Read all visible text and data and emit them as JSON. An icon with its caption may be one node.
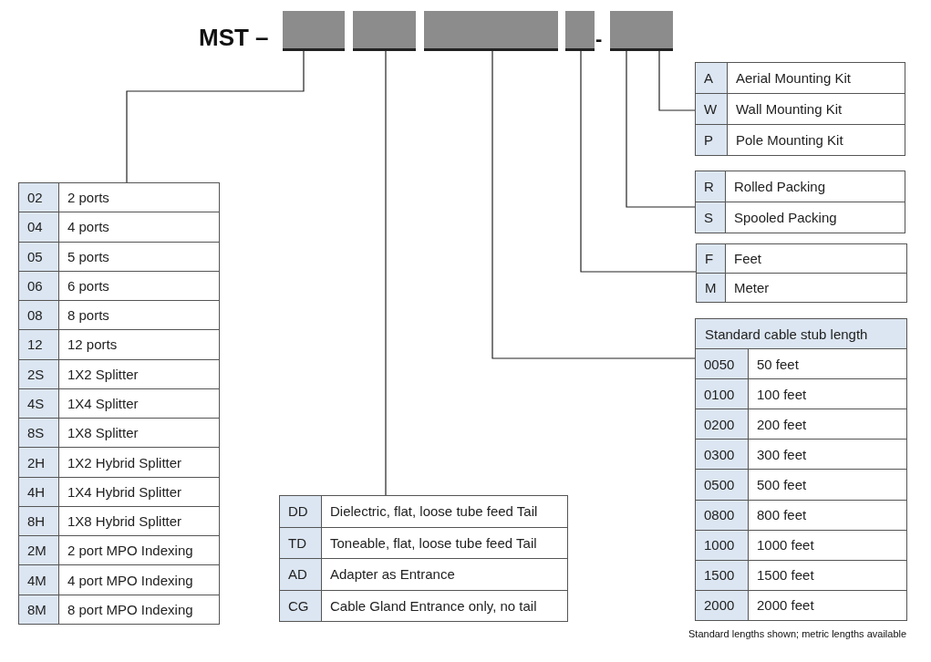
{
  "diagram": {
    "nodes": [
      {
        "text": [],
        "shape": "box"
      },
      {
        "text": [],
        "shape": "box"
      },
      {
        "text": [],
        "shape": "box"
      },
      {
        "text": [],
        "shape": "box"
      },
      {
        "text": [],
        "shape": "box"
      },
      {
        "text": [
          "02",
          "2 ports",
          "04",
          "4 ports",
          "05",
          "5 ports",
          "06",
          "6 ports",
          "08",
          "8 ports",
          "12",
          "12 ports",
          "2S",
          "1X2 Splitter",
          "4S",
          "1X4 Splitter",
          "8S",
          "1X8 Splitter",
          "2H",
          "1X2 Hybrid Splitter",
          "4H",
          "1X4 Hybrid Splitter",
          "8H",
          "1X8 Hybrid Splitter",
          "2M",
          "2 port MPO Indexing",
          "4M",
          "4 port MPO Indexing",
          "8M",
          "8 port MPO Indexing"
        ]
      },
      {
        "text": [
          "DD",
          "Dielectric, flat, loose tube feed Tail",
          "TD",
          "Toneable, flat, loose tube feed Tail",
          "AD",
          "Adapter as Entrance",
          "CG",
          "Cable Gland Entrance only, no tail"
        ]
      },
      {
        "text": [
          "Standard cable stub length",
          "0050",
          "50 feet",
          "0100",
          "100 feet",
          "0200",
          "200 feet",
          "0300",
          "300 feet",
          "0500",
          "500 feet",
          "0800",
          "800 feet",
          "1000",
          "1000 feet",
          "1500",
          "1500 feet",
          "2000",
          "2000 feet"
        ]
      },
      {
        "text": [
          "F",
          "Feet",
          "M",
          "Meter"
        ]
      },
      {
        "text": [
          "R",
          "Rolled Packing",
          "S",
          "Spooled Packing"
        ]
      },
      {
        "text": [
          "A",
          "Aerial Mounting Kit",
          "W",
          "Wall Mounting Kit",
          "P",
          "Pole Mounting Kit"
        ]
      }
    ],
    "edges": [
      {
        "from": 0,
        "to": 5,
        "arrow": "none"
      },
      {
        "from": 1,
        "to": 6,
        "arrow": "none"
      },
      {
        "from": 2,
        "to": 7,
        "arrow": "none"
      },
      {
        "from": 3,
        "to": 8,
        "arrow": "none"
      },
      {
        "from": 4,
        "to": 9,
        "arrow": "none"
      },
      {
        "from": 4,
        "to": 10,
        "arrow": "none"
      }
    ],
    "labels": [
      "MST –",
      "-",
      "Standard lengths shown; metric lengths available"
    ]
  }
}
